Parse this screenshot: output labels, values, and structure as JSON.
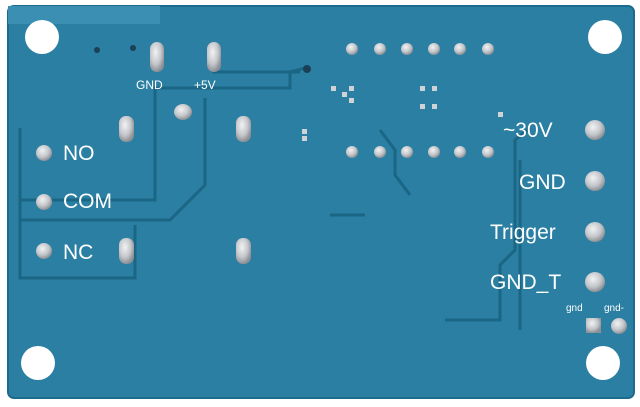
{
  "board": {
    "colors": {
      "board": "#2a7fa3",
      "board_edge": "#1d6b8c",
      "trace": "#1b6585",
      "pad": "#c9ccd0",
      "hole": "#ffffff",
      "silkscreen": "#ffffff"
    },
    "header_labels": {
      "gnd": "GND",
      "vcc": "+5V"
    },
    "relay_labels": {
      "no": "NO",
      "com": "COM",
      "nc": "NC"
    },
    "input_labels": {
      "power": "~30V",
      "gnd": "GND",
      "trigger": "Trigger",
      "gnd_t": "GND_T"
    },
    "bottom_labels": {
      "gnd_left": "gnd",
      "gnd_right": "gnd-"
    }
  }
}
